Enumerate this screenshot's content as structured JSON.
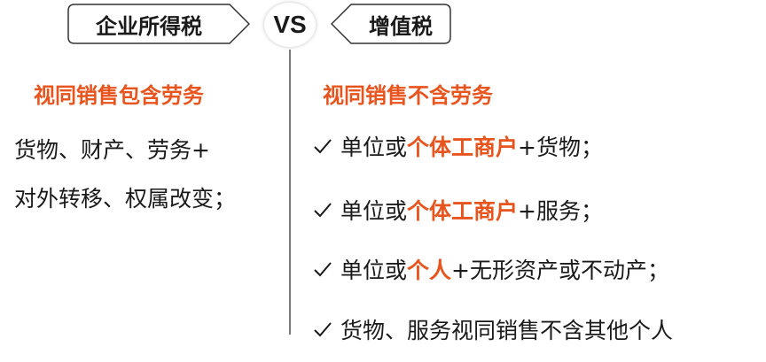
{
  "header": {
    "left_tag": "企业所得税",
    "vs_label": "VS",
    "right_tag": "增值税"
  },
  "left_column": {
    "heading": "视同销售包含劳务",
    "lines": [
      "货物、财产、劳务+",
      "对外转移、权属改变；"
    ]
  },
  "right_column": {
    "heading": "视同销售不含劳务",
    "items": [
      {
        "prefix": "单位或",
        "highlight": "个体工商户",
        "suffix": "+货物；"
      },
      {
        "prefix": "单位或",
        "highlight": "个体工商户",
        "suffix": "+服务；"
      },
      {
        "prefix": "单位或",
        "highlight": "个人",
        "suffix": "+无形资产或不动产；"
      },
      {
        "prefix": "货物、服务视同销售不含其他个人",
        "highlight": "",
        "suffix": ""
      }
    ]
  },
  "colors": {
    "accent": "#e8541d",
    "text": "#1a1a1a",
    "divider": "#7a7a7a"
  },
  "icons": {
    "check": "check-mark-icon"
  }
}
